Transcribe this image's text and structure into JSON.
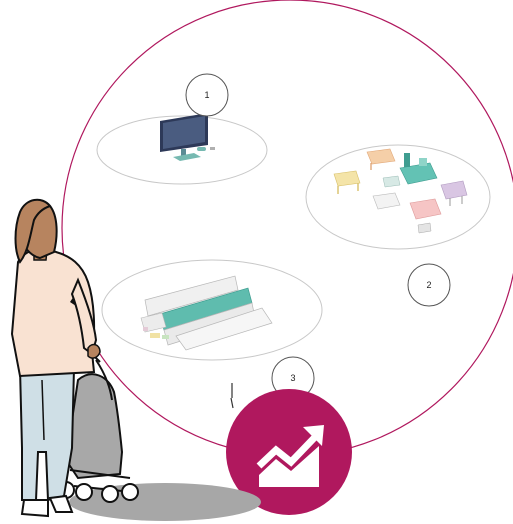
{
  "markers": [
    {
      "id": 1,
      "label": "1"
    },
    {
      "id": 2,
      "label": "2"
    },
    {
      "id": 3,
      "label": "3"
    }
  ],
  "colors": {
    "accent": "#b0185e",
    "teal": "#63c2b4",
    "skin": "#b7845f",
    "shirt": "#f9e2d2",
    "jeans": "#cfdfe6",
    "stroller": "#a8a8a8",
    "shadow": "#a7a7a7"
  },
  "icons": {
    "badge": "trending-up-chart-icon",
    "scene1": "desktop-computer-icon",
    "scene2": "furniture-cluster-icon",
    "scene3": "warehouse-buildings-icon",
    "person": "woman-with-stroller-icon"
  }
}
